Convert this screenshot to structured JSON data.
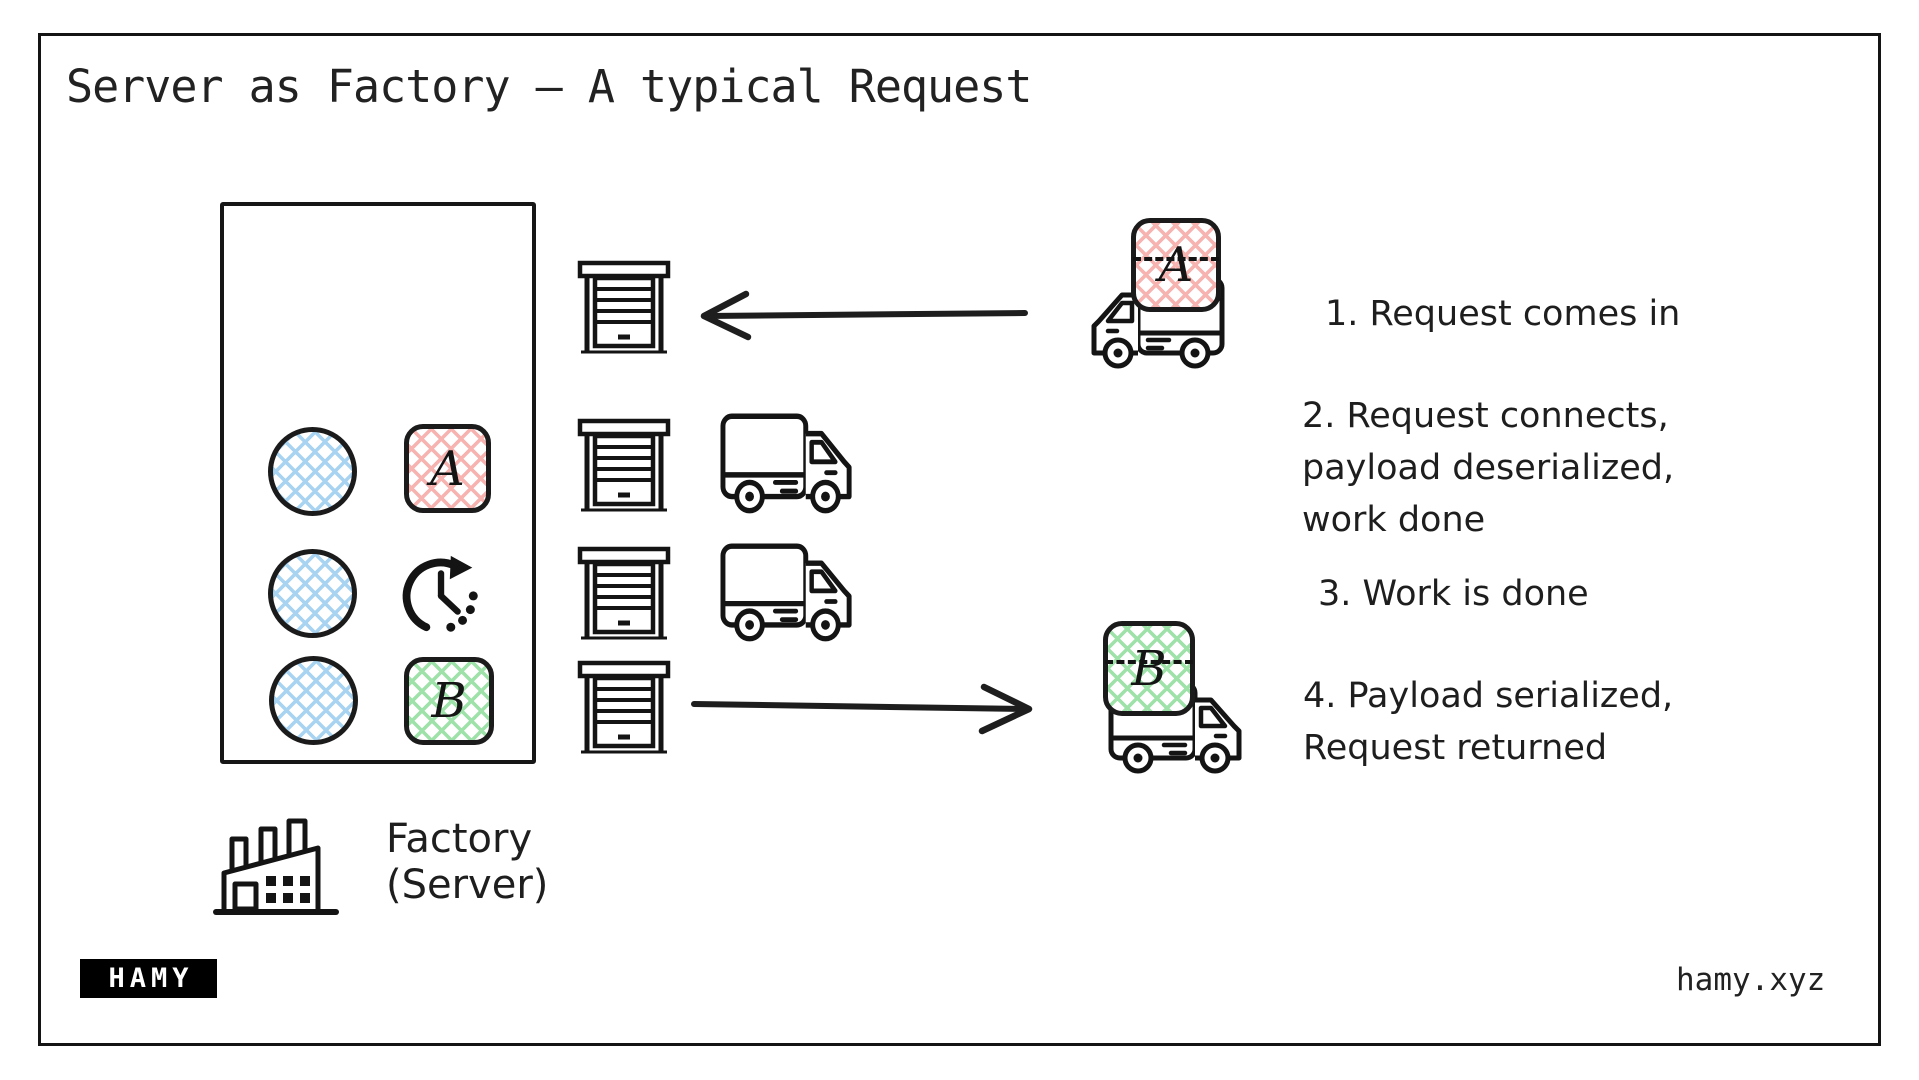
{
  "title": "Server as Factory – A typical Request",
  "factory": {
    "label_line1": "Factory",
    "label_line2": "(Server)"
  },
  "packages": {
    "a": "A",
    "b": "B"
  },
  "steps": [
    {
      "lines": [
        "1. Request comes in"
      ]
    },
    {
      "lines": [
        "2. Request connects,",
        "payload deserialized,",
        "work done"
      ]
    },
    {
      "lines": [
        "3. Work is done"
      ]
    },
    {
      "lines": [
        "4. Payload serialized,",
        "Request returned"
      ]
    }
  ],
  "footer": {
    "logo": "HAMY",
    "site": "hamy.xyz"
  },
  "colors": {
    "ink": "#1b1b1b",
    "hatch_blue": "#a8d4f2",
    "hatch_pink": "#f6b3b0",
    "hatch_green": "#9fe2a9"
  },
  "icons": {
    "dock_door": "garage-door",
    "truck": "delivery-truck",
    "clock": "clock-with-arrow",
    "factory": "factory-building"
  }
}
